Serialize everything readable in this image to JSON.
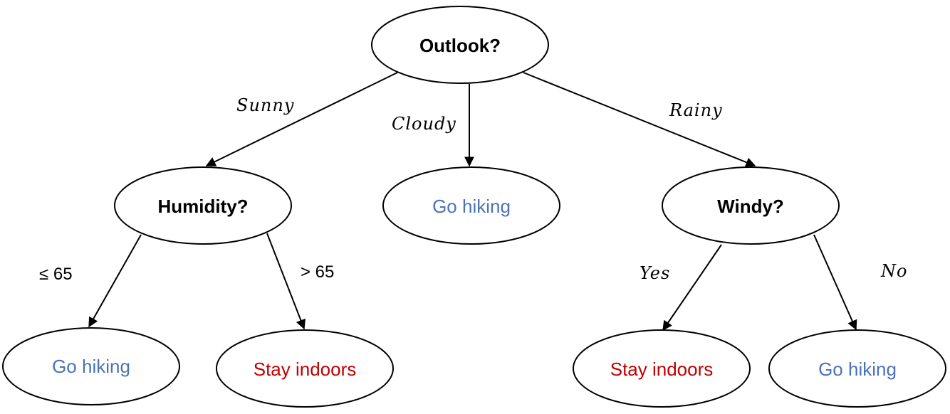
{
  "colors": {
    "hike": "#4a72b8",
    "stay": "#c00000",
    "line": "#000000"
  },
  "nodes": {
    "root": "Outlook?",
    "humidity": "Humidity?",
    "cloudy_leaf": "Go hiking",
    "windy": "Windy?",
    "humidity_low_leaf": "Go hiking",
    "humidity_high_leaf": "Stay indoors",
    "windy_yes_leaf": "Stay indoors",
    "windy_no_leaf": "Go hiking"
  },
  "edges": {
    "sunny": "Sunny",
    "cloudy": "Cloudy",
    "rainy": "Rainy",
    "humidity_low": "≤ 65",
    "humidity_high": "> 65",
    "windy_yes": "Yes",
    "windy_no": "No"
  }
}
